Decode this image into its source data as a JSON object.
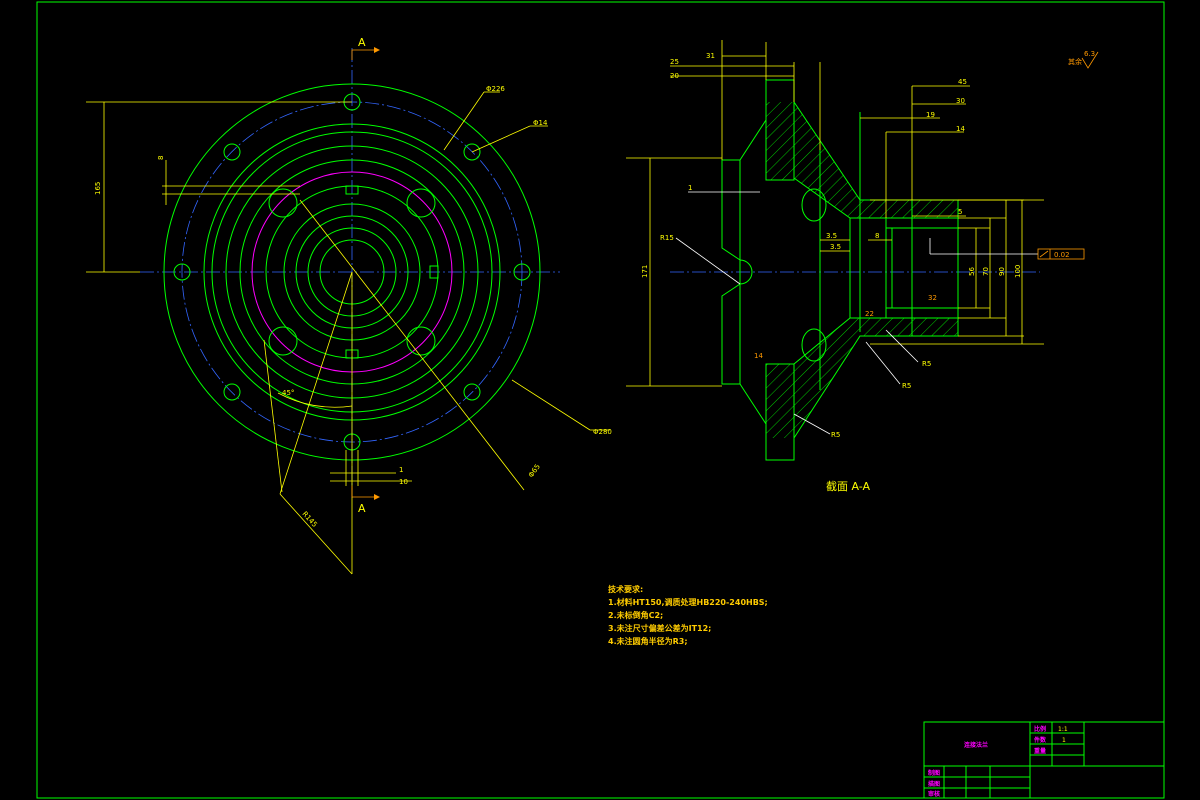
{
  "colors": {
    "outline": "#00ff00",
    "dimension": "#ffff00",
    "centerline": "#3366ff",
    "bolt_circle": "#ff00ff",
    "section_marker": "#ff9900"
  },
  "front_view": {
    "section_mark_top": "A",
    "section_mark_bottom": "A",
    "dims": {
      "d1": "Φ226",
      "d2": "Φ14",
      "d3": "165",
      "d4": "8",
      "d5": "45°",
      "d6": "Φ280",
      "d7": "Φ65",
      "d8": "1",
      "d9": "10",
      "d10": "R145"
    }
  },
  "section_view": {
    "title": "截面 A-A",
    "dims": {
      "t1": "31",
      "t2": "25",
      "t3": "20",
      "t4": "45",
      "t5": "30",
      "t6": "19",
      "t7": "14",
      "t8": "1",
      "t9": "R15",
      "t10": "171",
      "t11": "3.5",
      "t12": "3.5",
      "t13": "8",
      "t14": "5",
      "t15": "56",
      "t16": "70",
      "t17": "90",
      "t18": "100",
      "t19": "R5",
      "t20": "R5",
      "t21": "R5",
      "t22": "14",
      "t23": "22",
      "t24": "32"
    },
    "tolerance_value": "0.02",
    "roughness_label": "其余",
    "roughness_value": "6.3"
  },
  "notes": {
    "heading": "技术要求:",
    "lines": [
      "1.材料HT150,调质处理HB220-240HBS;",
      "2.未标倒角C2;",
      "3.未注尺寸偏差公差为IT12;",
      "4.未注圆角半径为R3;"
    ]
  },
  "title_block": {
    "part_name": "连接法兰",
    "scale_label": "比例",
    "scale_value": "1:1",
    "count_label": "件数",
    "count_value": "1",
    "weight_label": "重量",
    "designer_label": "制图",
    "reviewer_label": "描图",
    "checker_label": "审核"
  }
}
